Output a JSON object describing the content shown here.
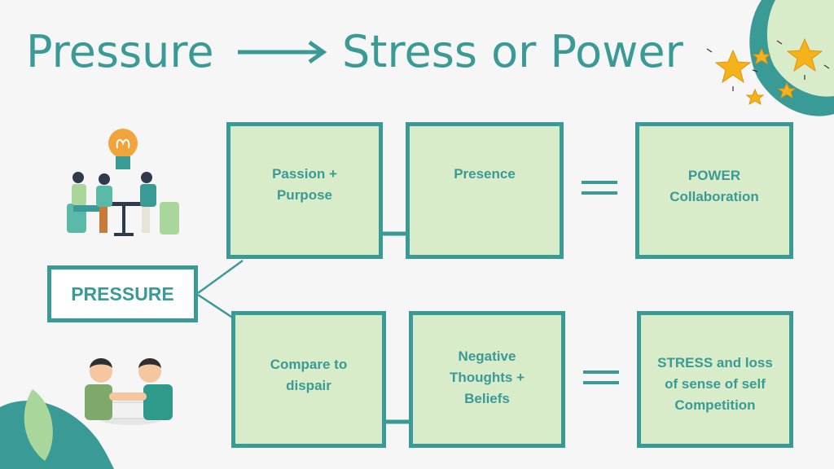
{
  "title": {
    "left": "Pressure",
    "right": "Stress or Power"
  },
  "center": {
    "label": "PRESSURE"
  },
  "top_row": {
    "box1": "Passion +\nPurpose",
    "box2": "Presence",
    "result": "POWER\nCollaboration"
  },
  "bottom_row": {
    "box1": "Compare to\ndispair",
    "box2": "Negative\nThoughts +\nBeliefs",
    "result": "STRESS and loss\nof sense of self\nCompetition"
  },
  "colors": {
    "teal": "#3a9a95",
    "box_fill": "#d8ecc9",
    "background": "#f6f6f6",
    "star": "#f5b21b"
  },
  "icons": {
    "illustration_top": "team-meeting-lightbulb-illustration",
    "illustration_bottom": "arm-wrestling-illustration",
    "stars": "sparkle-stars-icon"
  }
}
